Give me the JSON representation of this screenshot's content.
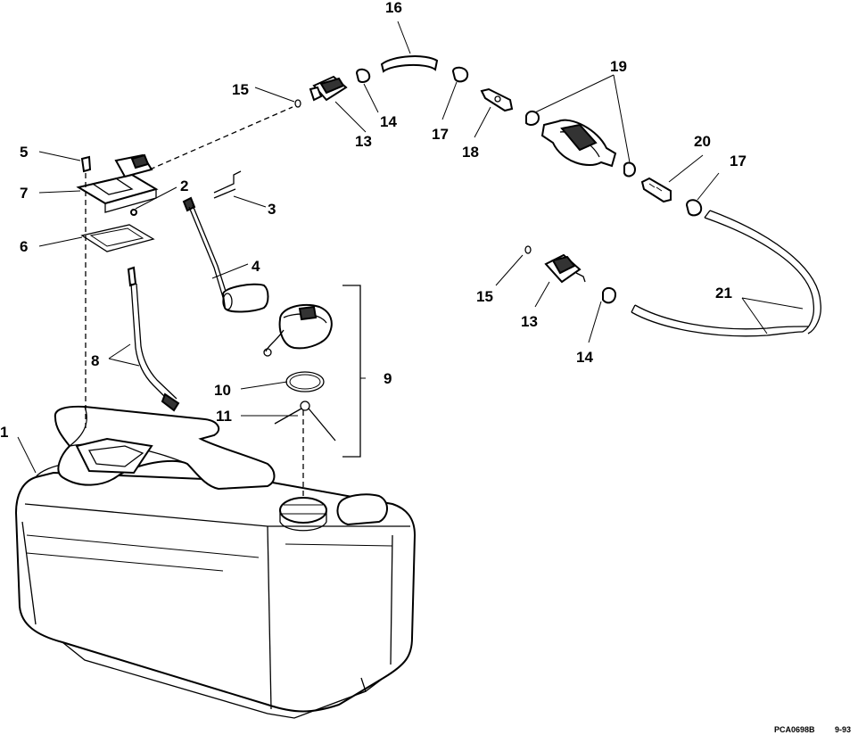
{
  "diagram": {
    "callouts": [
      {
        "id": "c1",
        "text": "1"
      },
      {
        "id": "c2",
        "text": "2"
      },
      {
        "id": "c3",
        "text": "3"
      },
      {
        "id": "c4",
        "text": "4"
      },
      {
        "id": "c5",
        "text": "5"
      },
      {
        "id": "c6",
        "text": "6"
      },
      {
        "id": "c7",
        "text": "7"
      },
      {
        "id": "c8",
        "text": "8"
      },
      {
        "id": "c9",
        "text": "9"
      },
      {
        "id": "c10",
        "text": "10"
      },
      {
        "id": "c11",
        "text": "11"
      },
      {
        "id": "c13a",
        "text": "13"
      },
      {
        "id": "c13b",
        "text": "13"
      },
      {
        "id": "c14a",
        "text": "14"
      },
      {
        "id": "c14b",
        "text": "14"
      },
      {
        "id": "c15a",
        "text": "15"
      },
      {
        "id": "c15b",
        "text": "15"
      },
      {
        "id": "c16",
        "text": "16"
      },
      {
        "id": "c17a",
        "text": "17"
      },
      {
        "id": "c17b",
        "text": "17"
      },
      {
        "id": "c18",
        "text": "18"
      },
      {
        "id": "c19",
        "text": "19"
      },
      {
        "id": "c20",
        "text": "20"
      },
      {
        "id": "c21",
        "text": "21"
      }
    ],
    "figure_code": "PCA0698B",
    "date_code": "9-93"
  }
}
